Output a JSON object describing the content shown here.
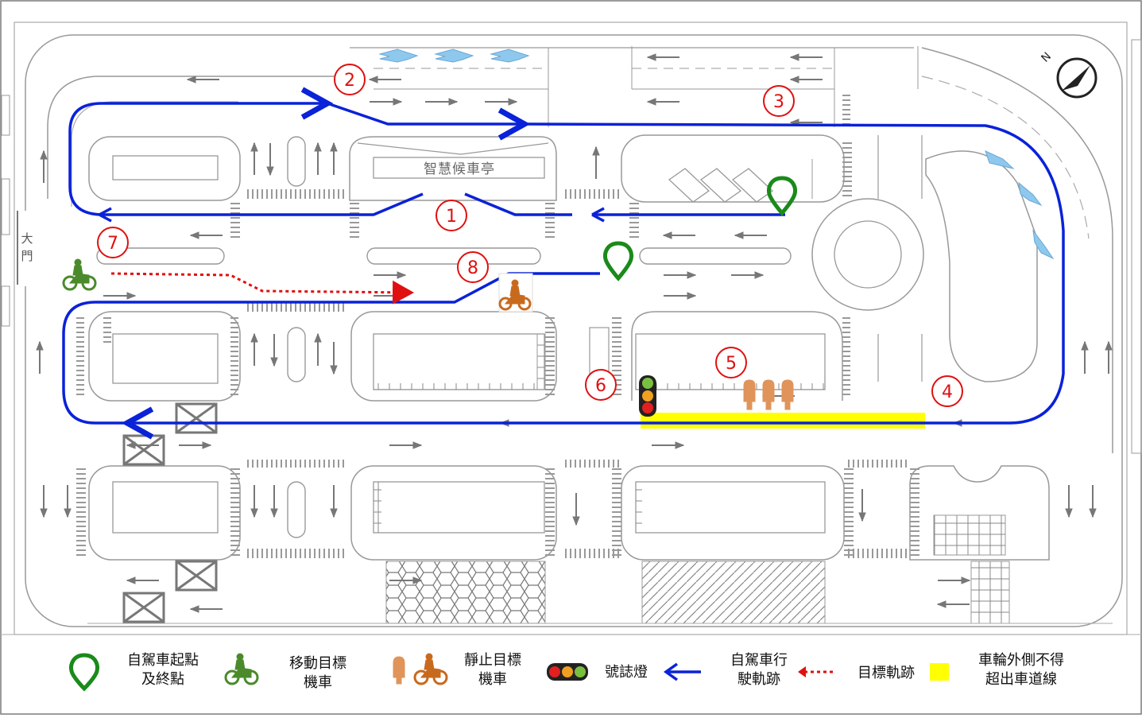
{
  "booth_label": "智慧候車亭",
  "gate_label": "大門",
  "north_label": "N",
  "markers": [
    "1",
    "2",
    "3",
    "4",
    "5",
    "6",
    "7",
    "8"
  ],
  "legend": {
    "start_end": "自駕車起點及終點",
    "start_end_lines": [
      "自駕車起點",
      "及終點"
    ],
    "moving_target": "移動目標機車",
    "moving_target_lines": [
      "移動目標",
      "機車"
    ],
    "static_target": "靜止目標機車",
    "static_target_lines": [
      "靜止目標",
      "機車"
    ],
    "signal": "號誌燈",
    "av_path": "自駕車行駛軌跡",
    "av_path_lines": [
      "自駕車行",
      "駛軌跡"
    ],
    "target_path": "目標軌跡",
    "boundary": "車輪外側不得超出車道線",
    "boundary_lines": [
      "車輪外側不得",
      "超出車道線"
    ]
  },
  "colors": {
    "av_path": "#0a22d8",
    "target_path": "#e01010",
    "marker": "#e01010",
    "pin": "#1a8a1a",
    "boundary": "#ffff00",
    "moving_moto": "#4a8a2a",
    "static_moto": "#c86a1e",
    "signal_red": "#e22020",
    "signal_amber": "#f0a020",
    "signal_green": "#7ac040",
    "road_line": "#9a9a9a"
  },
  "icons": [
    "map-pin-icon",
    "motorcycle-icon",
    "traffic-light-icon",
    "compass-icon",
    "arrow-left-icon",
    "dotted-arrow-icon"
  ]
}
